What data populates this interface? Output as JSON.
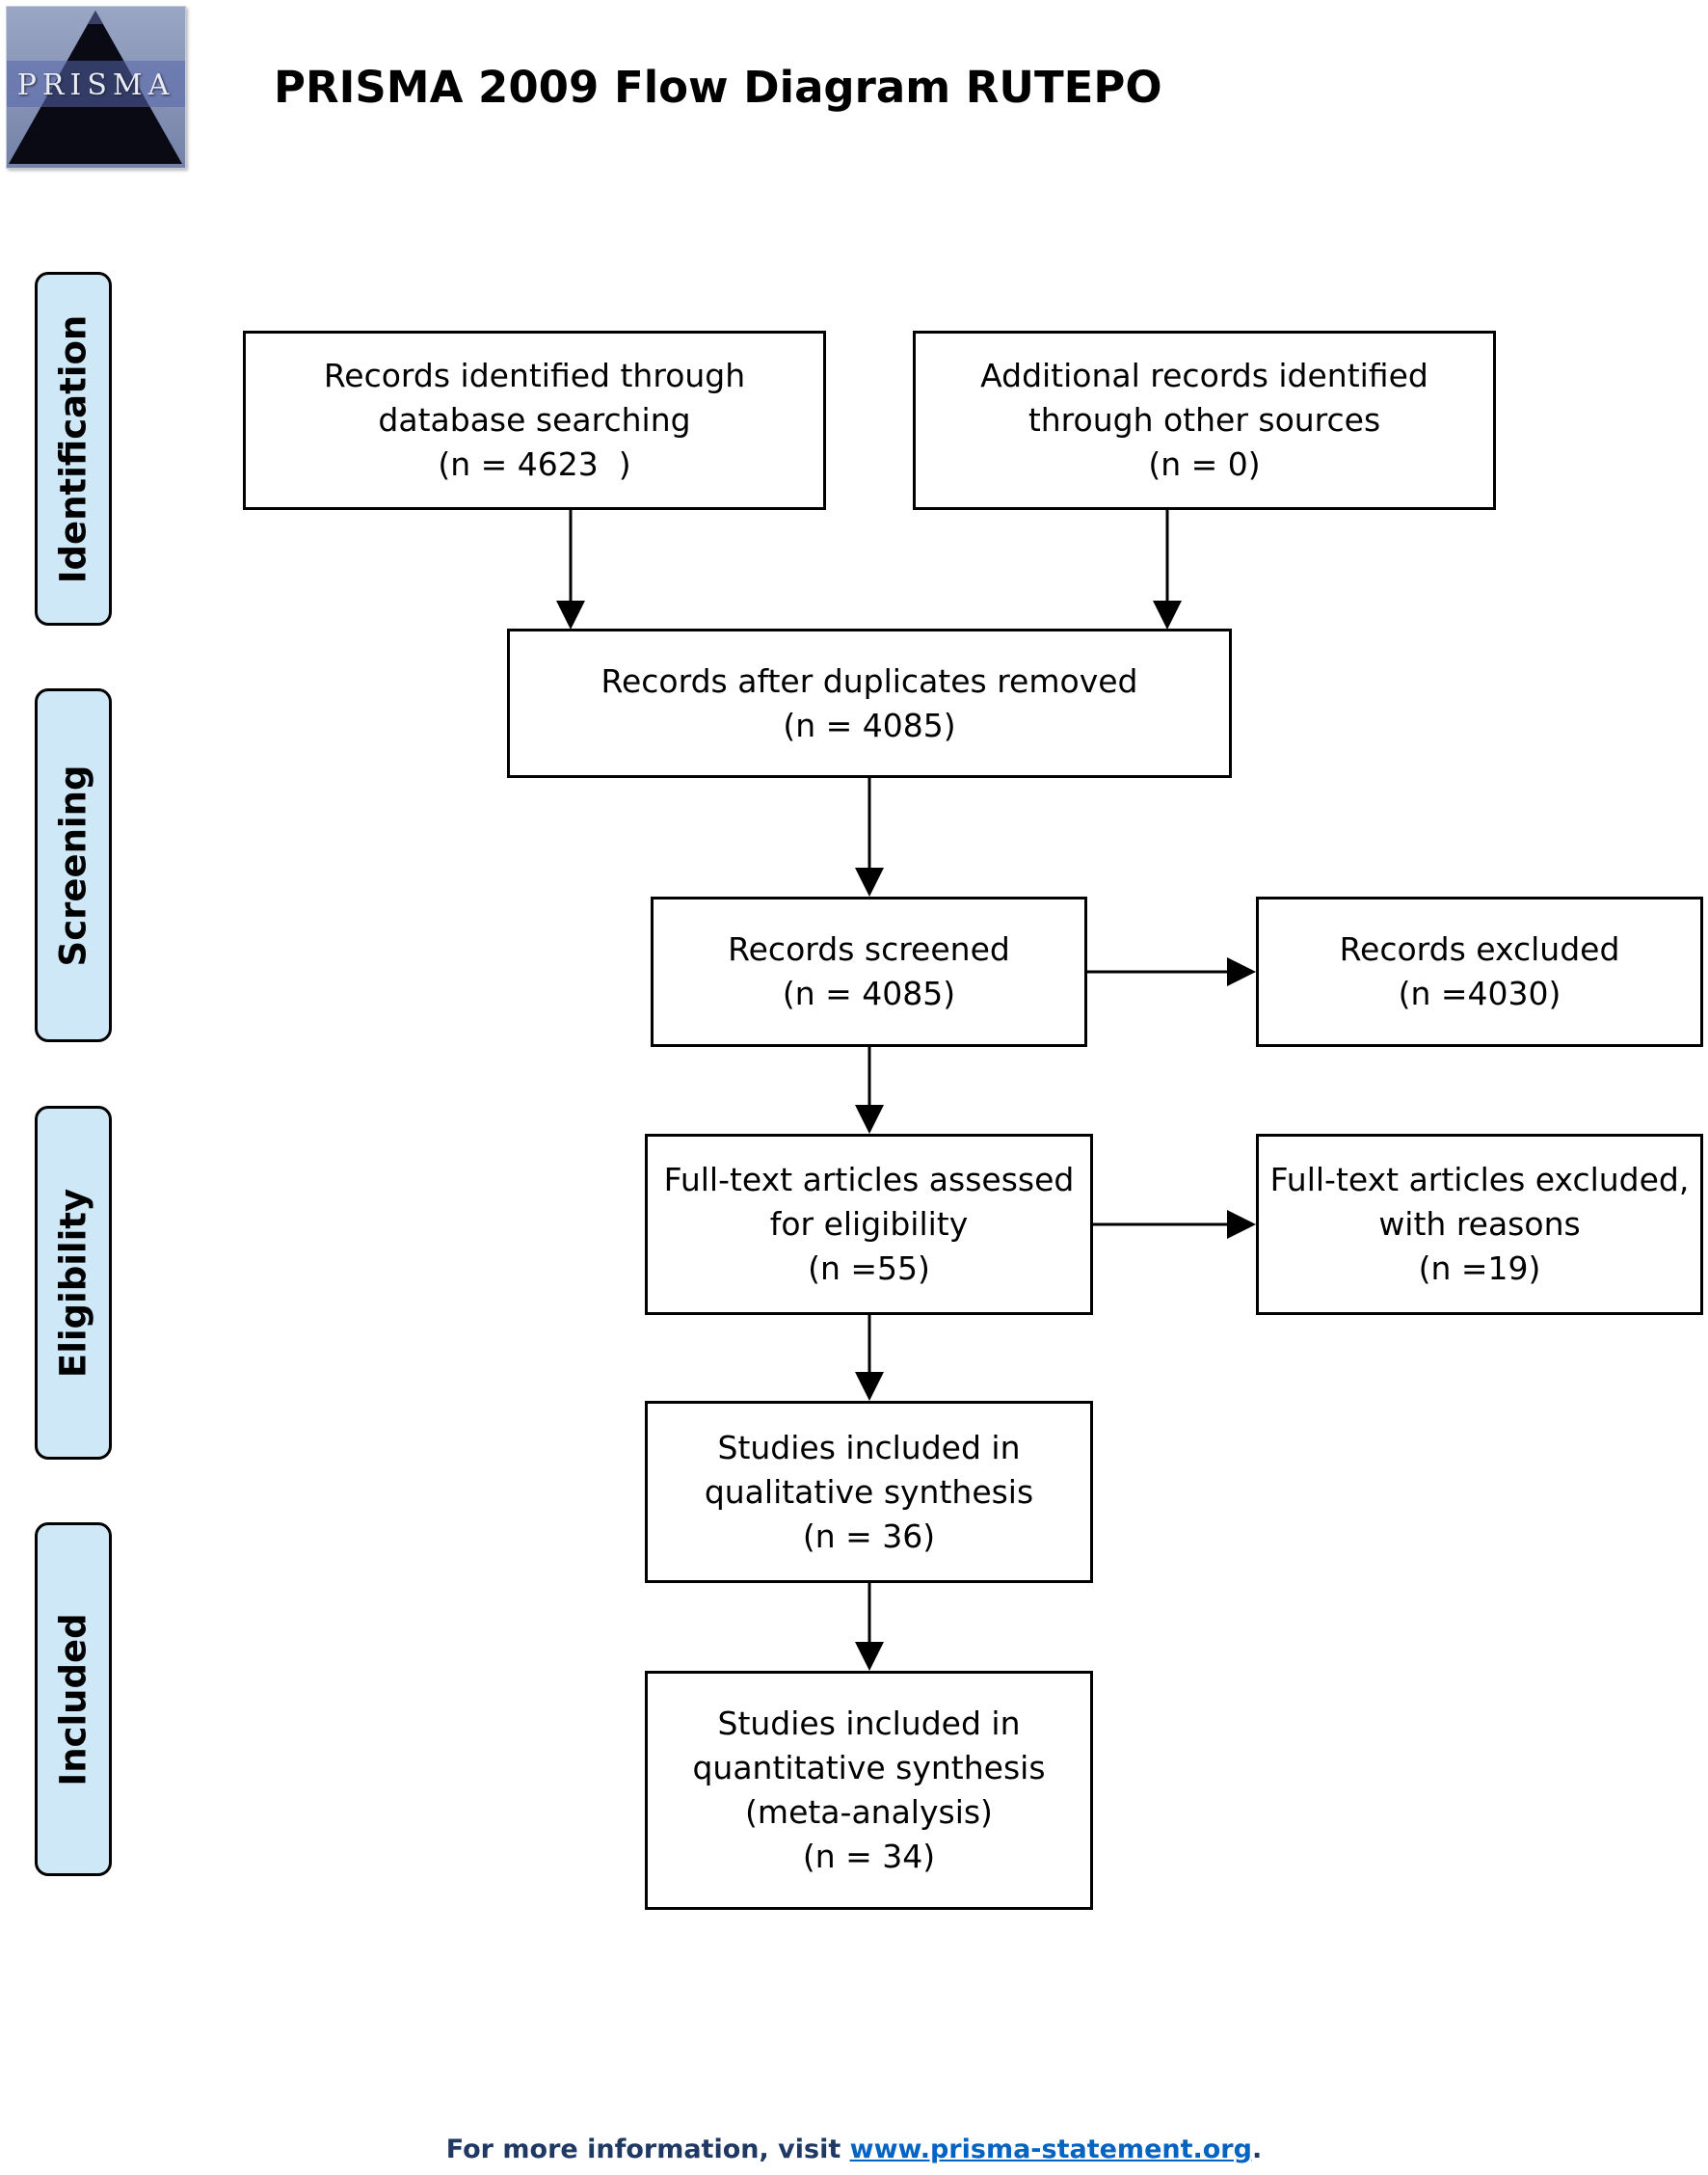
{
  "logo": {
    "text": "PRISMA",
    "icon": "prisma-pyramid-logo"
  },
  "title": "PRISMA 2009 Flow Diagram RUTEPO",
  "stages": {
    "identification": "Identification",
    "screening": "Screening",
    "eligibility": "Eligibility",
    "included": "Included"
  },
  "boxes": {
    "database": {
      "line1": "Records identified through",
      "line2": "database searching",
      "line3": "(n = 4623  )"
    },
    "other": {
      "line1": "Additional records identified",
      "line2": "through other sources",
      "line3": "(n = 0)"
    },
    "duplicates": {
      "line1": "Records after duplicates removed",
      "line2": "(n = 4085)"
    },
    "screened": {
      "line1": "Records screened",
      "line2": "(n = 4085)"
    },
    "excluded": {
      "line1": "Records excluded",
      "line2": "(n =4030)"
    },
    "fulltext": {
      "line1": "Full-text articles assessed",
      "line2": "for eligibility",
      "line3": "(n =55)"
    },
    "fulltext_excluded": {
      "line1": "Full-text articles excluded,",
      "line2": "with reasons",
      "line3": "(n =19)"
    },
    "qualitative": {
      "line1": "Studies included in",
      "line2": "qualitative synthesis",
      "line3": "(n = 36)"
    },
    "quantitative": {
      "line1": "Studies included in",
      "line2": "quantitative synthesis",
      "line3": "(meta-analysis)",
      "line4": "(n = 34)"
    }
  },
  "footer": {
    "prefix": "For more information, visit ",
    "link": "www.prisma-statement.org",
    "suffix": "."
  },
  "colors": {
    "stage_fill": "#cfe8f8",
    "footer_text": "#1f3864",
    "link": "#0563c1"
  }
}
